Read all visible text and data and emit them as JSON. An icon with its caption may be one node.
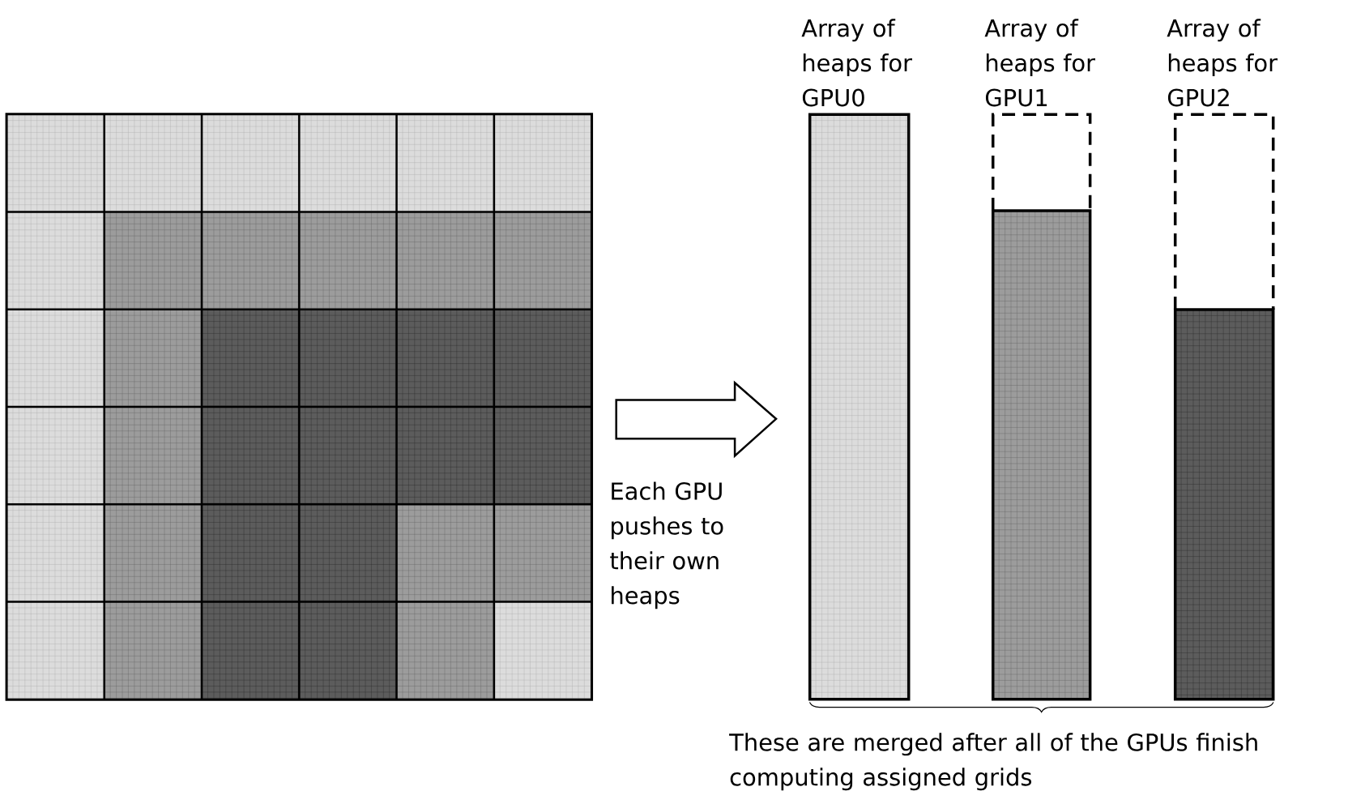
{
  "diagram": {
    "nodes": [
      {
        "text": [],
        "shape": "box"
      },
      {
        "text": [
          "Array of heaps for GPU0"
        ]
      },
      {
        "text": [
          "Array of heaps for GPU1"
        ]
      },
      {
        "text": [
          "Array of heaps for GPU2"
        ]
      }
    ],
    "edges": [
      {
        "from": 0,
        "to": 1,
        "arrow": "to",
        "label": "Each GPU pushes to their own heaps"
      }
    ],
    "labels": [
      "These are merged after all of the GPUs finish computing assigned grids"
    ]
  }
}
